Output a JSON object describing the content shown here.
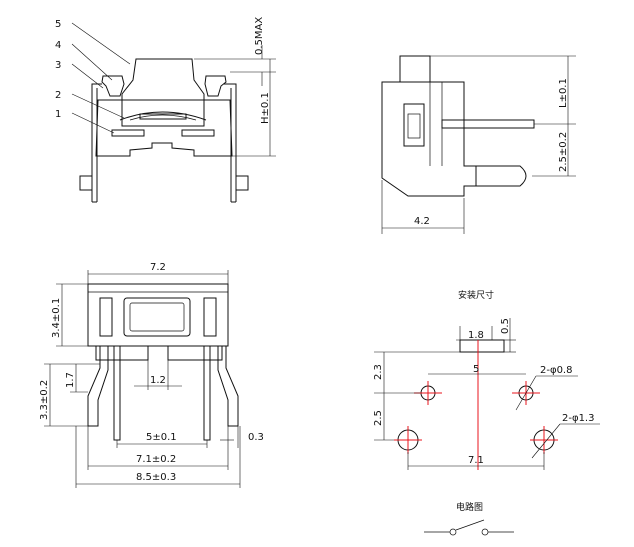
{
  "side_section": {
    "callouts": [
      "5",
      "4",
      "3",
      "2",
      "1"
    ],
    "dim_top": "0.5MAX",
    "dim_height": "H±0.1"
  },
  "right_side_view": {
    "dim_l": "L±0.1",
    "dim_pin": "2.5±0.2",
    "dim_depth": "4.2"
  },
  "front_view": {
    "dim_width": "7.2",
    "dim_body_height": "3.4±0.1",
    "dim_pin_length": "3.3±0.2",
    "dim_bend": "1.7",
    "dim_center_gap": "1.2",
    "dim_pin_pitch": "5±0.1",
    "dim_pin_thick": "0.3",
    "dim_pin_span": "7.1±0.2",
    "dim_total": "8.5±0.3"
  },
  "mounting": {
    "title": "安装尺寸",
    "dim_pad_w": "1.8",
    "dim_pad_h": "0.5",
    "dim_pitch_small": "5",
    "dim_hole_small": "2-φ0.8",
    "dim_vert_top": "2.3",
    "dim_vert_bottom": "2.5",
    "dim_hole_large": "2-φ1.3",
    "dim_pitch_large": "7.1"
  },
  "circuit": {
    "title": "电路图"
  }
}
